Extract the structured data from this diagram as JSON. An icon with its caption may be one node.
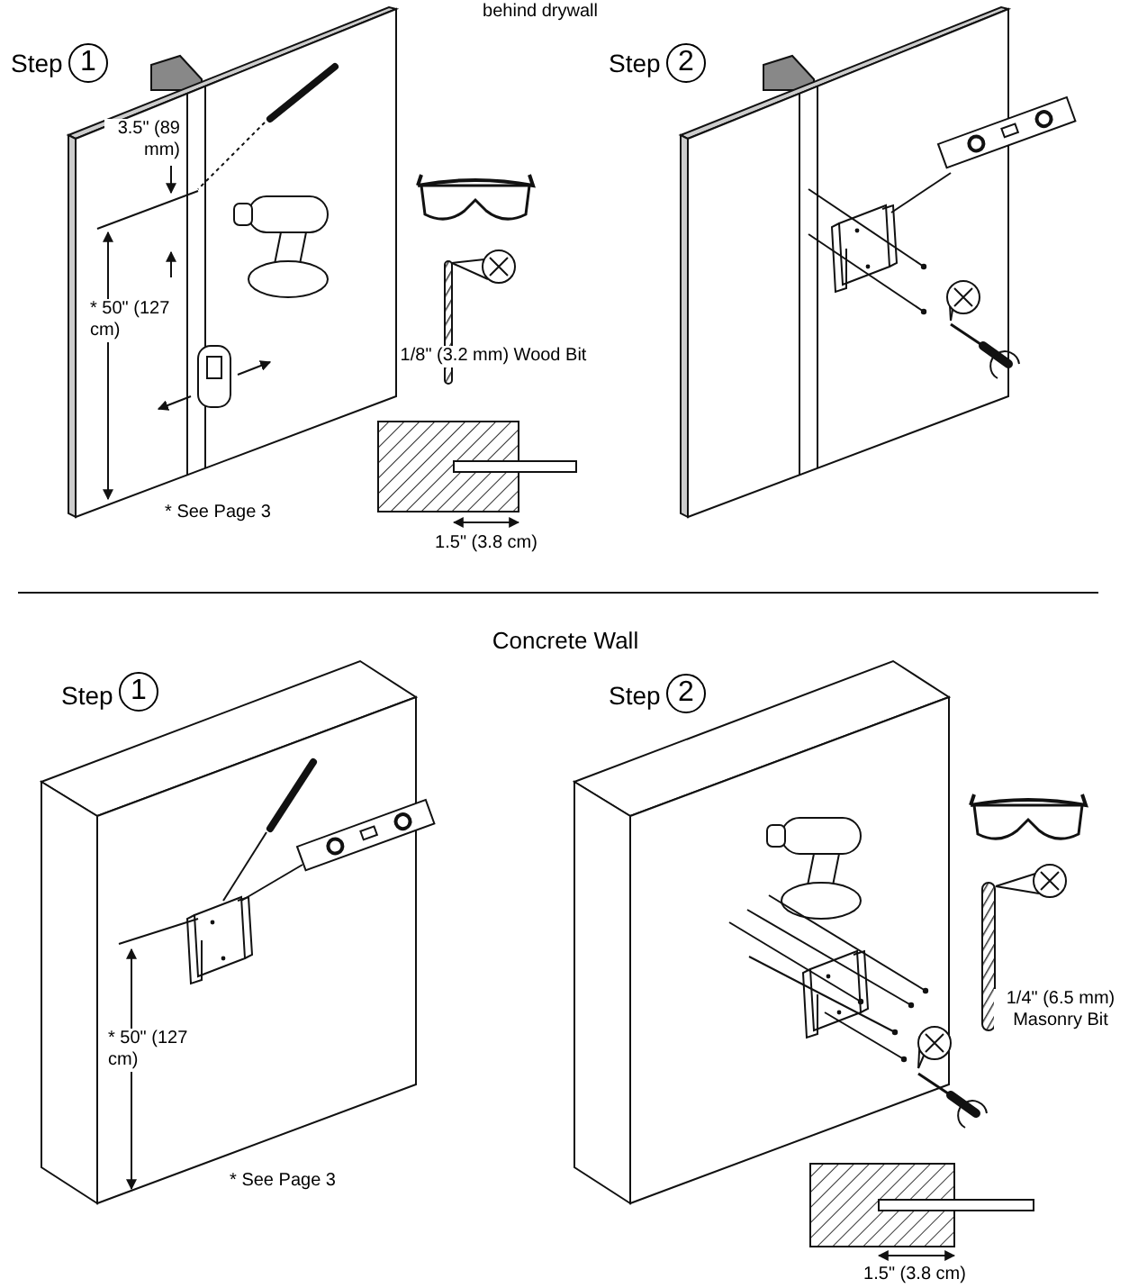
{
  "diagram": {
    "labels": [
      "behind drywall",
      "Step",
      "1",
      "3.5\" (89 mm)",
      "* 50\" (127 cm)",
      "* See Page 3",
      "1/8\" (3.2 mm) Wood Bit",
      "1.5\" (3.8 cm)",
      "Step",
      "2",
      "Concrete Wall",
      "Step",
      "1",
      "* 50\" (127 cm)",
      "* See Page 3",
      "Step",
      "2",
      "1/4\" (6.5 mm) Masonry Bit",
      "1.5\" (3.8 cm)"
    ]
  }
}
